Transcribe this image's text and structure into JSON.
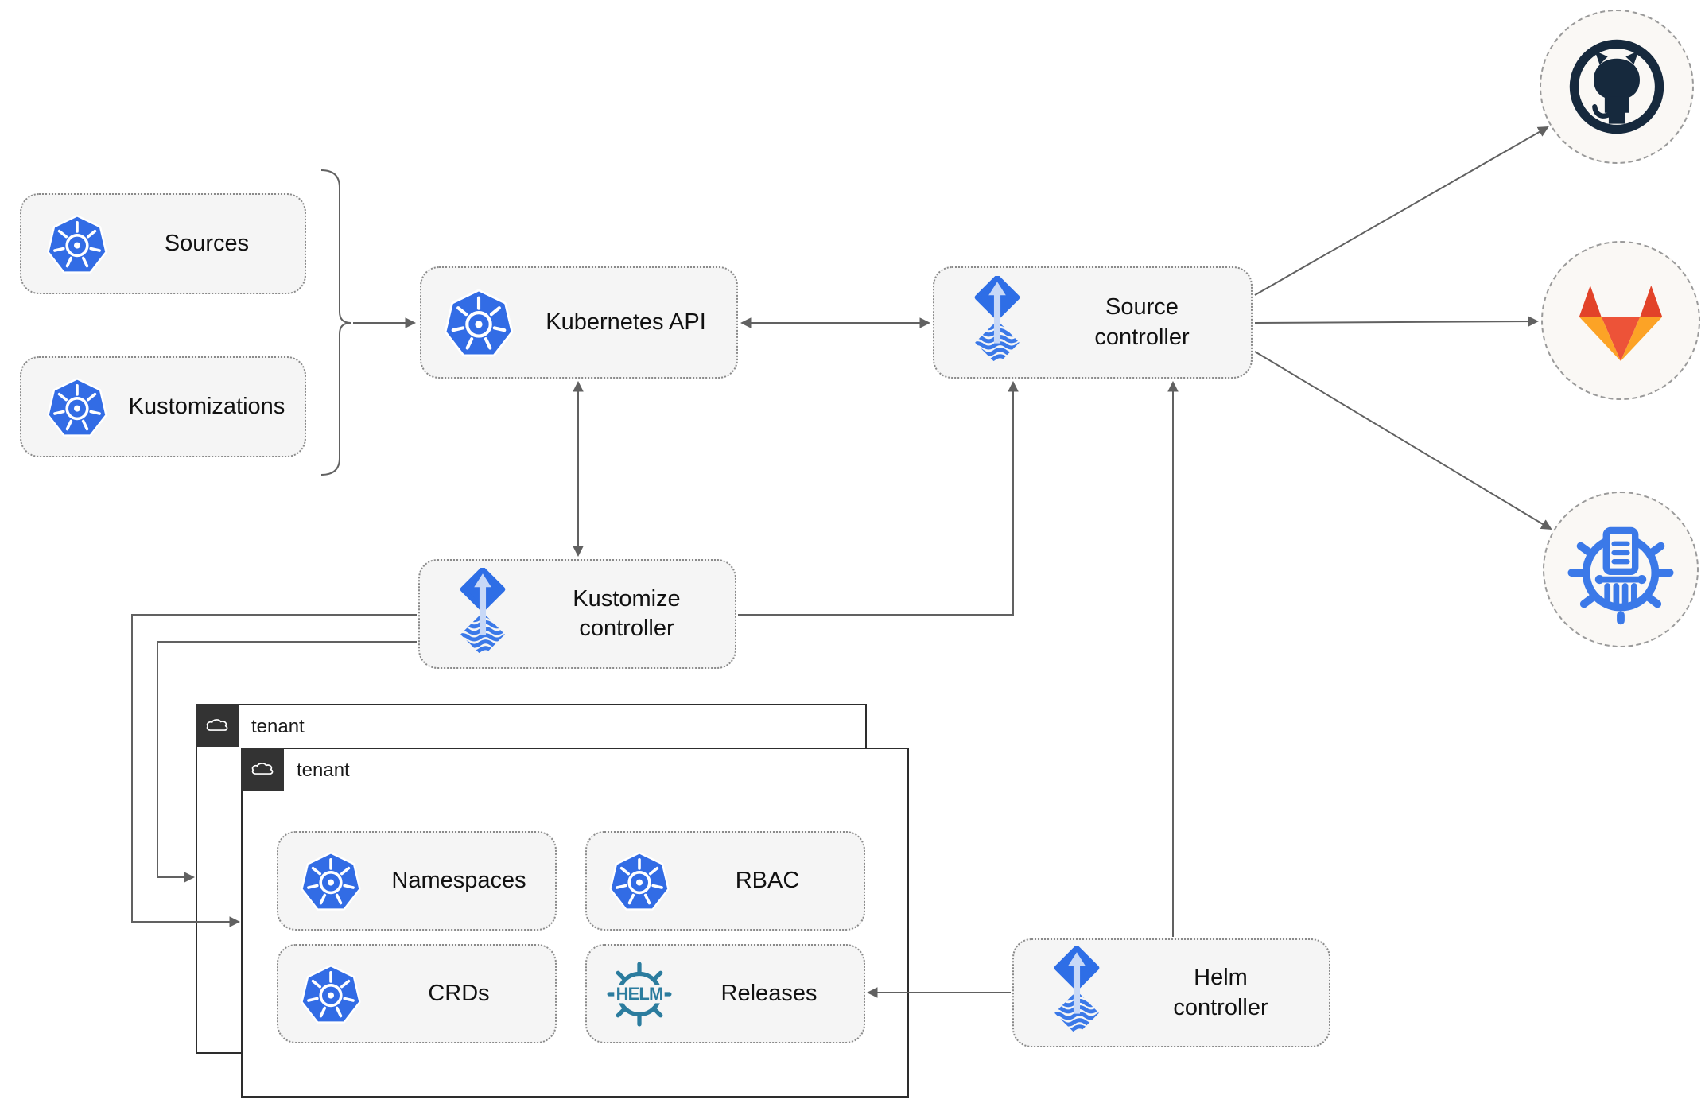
{
  "diagram_type": "flux-gitops-architecture",
  "nodes": {
    "sources": {
      "label": "Sources",
      "icon": "kubernetes"
    },
    "kustomizations": {
      "label": "Kustomizations",
      "icon": "kubernetes"
    },
    "kubernetes_api": {
      "label": "Kubernetes API",
      "icon": "kubernetes"
    },
    "source_controller": {
      "label": "Source\ncontroller",
      "icon": "flux"
    },
    "kustomize_controller": {
      "label": "Kustomize\ncontroller",
      "icon": "flux"
    },
    "helm_controller": {
      "label": "Helm\ncontroller",
      "icon": "flux"
    },
    "tenant_back": {
      "label": "tenant",
      "icon": "cloud"
    },
    "tenant_front": {
      "label": "tenant",
      "icon": "cloud"
    },
    "namespaces": {
      "label": "Namespaces",
      "icon": "kubernetes"
    },
    "rbac": {
      "label": "RBAC",
      "icon": "kubernetes"
    },
    "crds": {
      "label": "CRDs",
      "icon": "kubernetes"
    },
    "releases": {
      "label": "Releases",
      "icon": "helm"
    }
  },
  "endpoints": {
    "github": {
      "icon": "github"
    },
    "gitlab": {
      "icon": "gitlab"
    },
    "registry": {
      "icon": "container-registry"
    }
  },
  "icon_text": {
    "helm": "HELM"
  },
  "edges": [
    {
      "from": "sources / kustomizations",
      "to": "kubernetes_api",
      "style": "arrow"
    },
    {
      "from": "kubernetes_api",
      "to": "source_controller",
      "style": "bidirectional"
    },
    {
      "from": "kubernetes_api",
      "to": "kustomize_controller",
      "style": "bidirectional"
    },
    {
      "from": "kustomize_controller",
      "to": "source_controller",
      "style": "arrow"
    },
    {
      "from": "kustomize_controller",
      "to": "tenant_back",
      "style": "arrow"
    },
    {
      "from": "kustomize_controller",
      "to": "tenant_front",
      "style": "arrow"
    },
    {
      "from": "helm_controller",
      "to": "source_controller",
      "style": "arrow"
    },
    {
      "from": "helm_controller",
      "to": "releases",
      "style": "arrow"
    },
    {
      "from": "source_controller",
      "to": "github",
      "style": "arrow"
    },
    {
      "from": "source_controller",
      "to": "gitlab",
      "style": "arrow"
    },
    {
      "from": "source_controller",
      "to": "registry",
      "style": "arrow"
    }
  ],
  "colors": {
    "node_fill": "#f5f5f5",
    "node_border": "#8a8a8a",
    "connector": "#616161",
    "tenant_border": "#2d2d2d",
    "tenant_tab": "#333333",
    "circle_fill": "#faf8f5",
    "kubernetes_blue": "#326CE5",
    "flux_blue": "#2E6EE6",
    "flux_light": "#C7D8F7",
    "helm_teal": "#2B7C9E",
    "github_dark": "#16293D",
    "gitlab_red": "#E24329",
    "gitlab_orange": "#ED5338",
    "gitlab_yellow": "#FCA326",
    "registry_blue": "#3B79E8"
  }
}
